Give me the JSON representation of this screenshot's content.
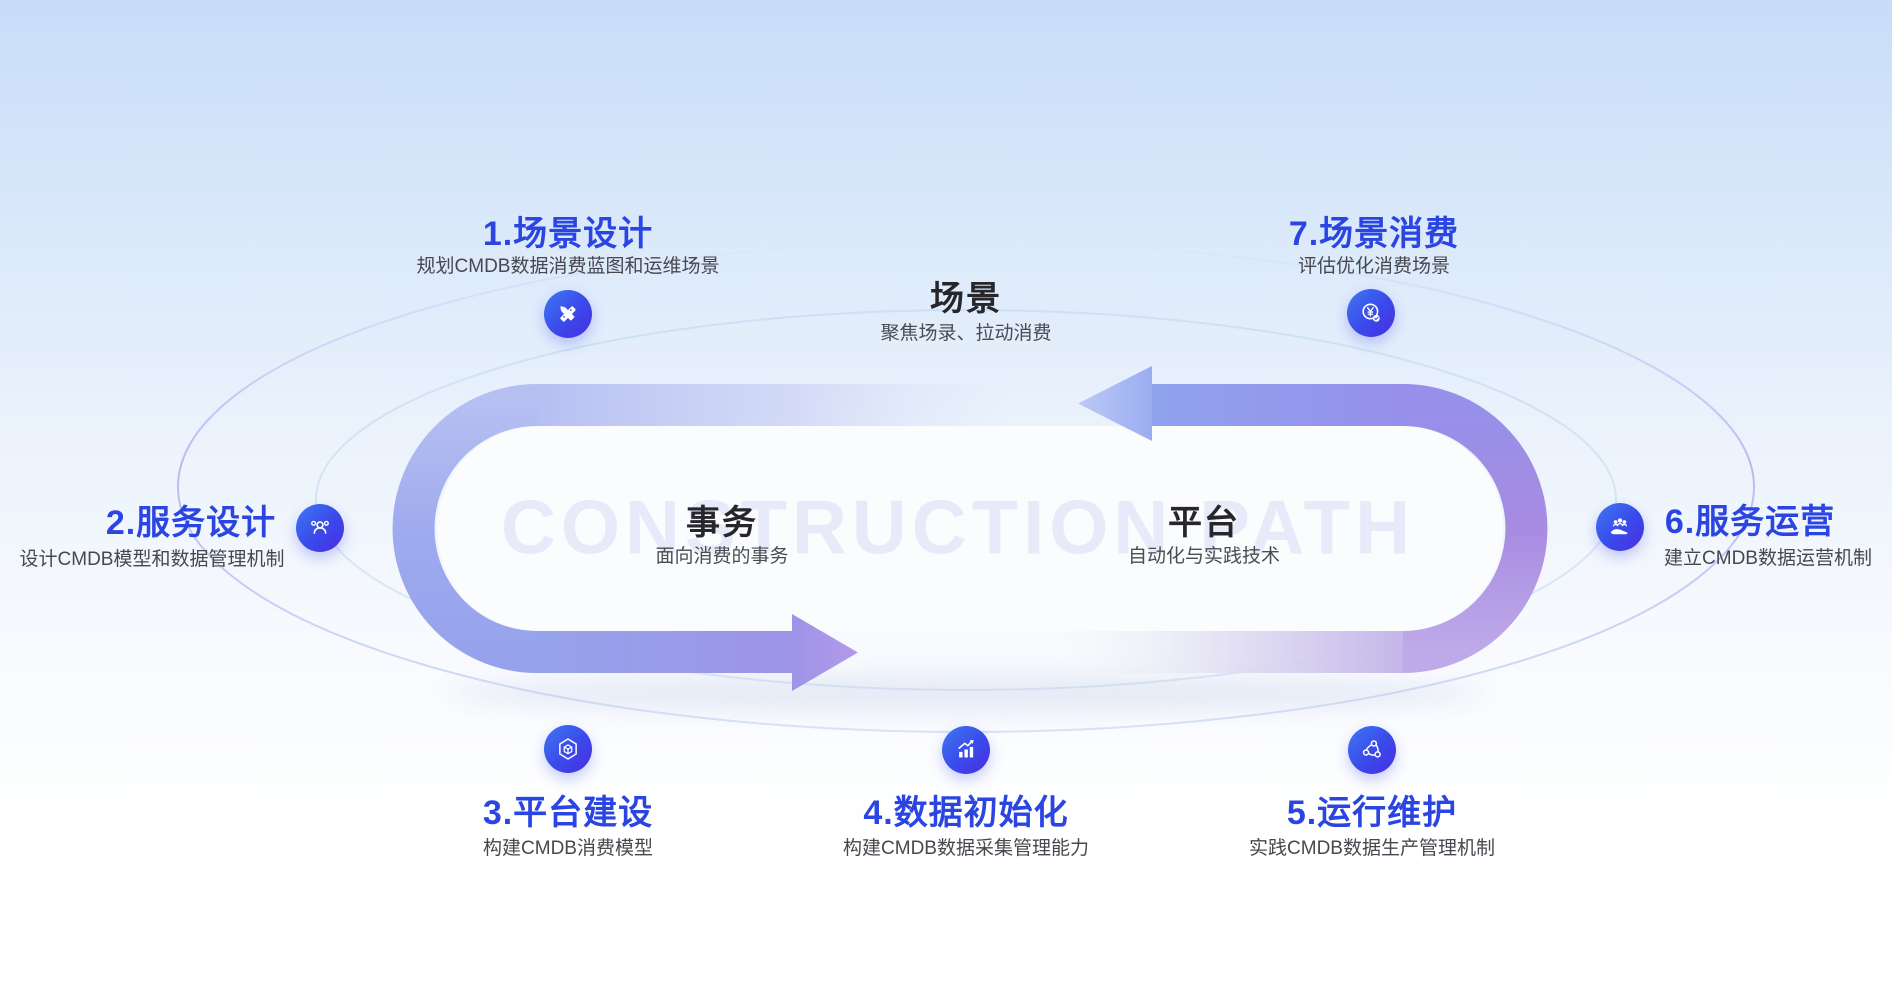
{
  "watermark": "CONSTRUCTION PATH",
  "hub": {
    "scene": {
      "title": "场景",
      "subtitle": "聚焦场录、拉动消费"
    },
    "affair": {
      "title": "事务",
      "subtitle": "面向消费的事务"
    },
    "platform": {
      "title": "平台",
      "subtitle": "自动化与实践技术"
    }
  },
  "steps": [
    {
      "label": "1.场景设计",
      "desc": "规划CMDB数据消费蓝图和运维场景",
      "icon": "pencil-ruler-icon"
    },
    {
      "label": "2.服务设计",
      "desc": "设计CMDB模型和数据管理机制",
      "icon": "users-icon"
    },
    {
      "label": "3.平台建设",
      "desc": "构建CMDB消费模型",
      "icon": "hexagon-cube-icon"
    },
    {
      "label": "4.数据初始化",
      "desc": "构建CMDB数据采集管理能力",
      "icon": "bar-chart-growth-icon"
    },
    {
      "label": "5.运行维护",
      "desc": "实践CMDB数据生产管理机制",
      "icon": "workflow-cycle-icon"
    },
    {
      "label": "6.服务运营",
      "desc": "建立CMDB数据运营机制",
      "icon": "hand-people-icon"
    },
    {
      "label": "7.场景消费",
      "desc": "评估优化消费场景",
      "icon": "yuan-check-icon"
    }
  ],
  "colors": {
    "step_title": "#2a45e2",
    "desc_text": "#47484f",
    "hub_title": "#26262b",
    "icon_gradient_start": "#3f78f2",
    "icon_gradient_end": "#4b2de2",
    "arrow_periwinkle": "#92a4ee",
    "arrow_purple": "#a98fe2",
    "background_top": "#c7ddf8",
    "background_bottom": "#ffffff",
    "watermark": "#e7eaf8"
  }
}
